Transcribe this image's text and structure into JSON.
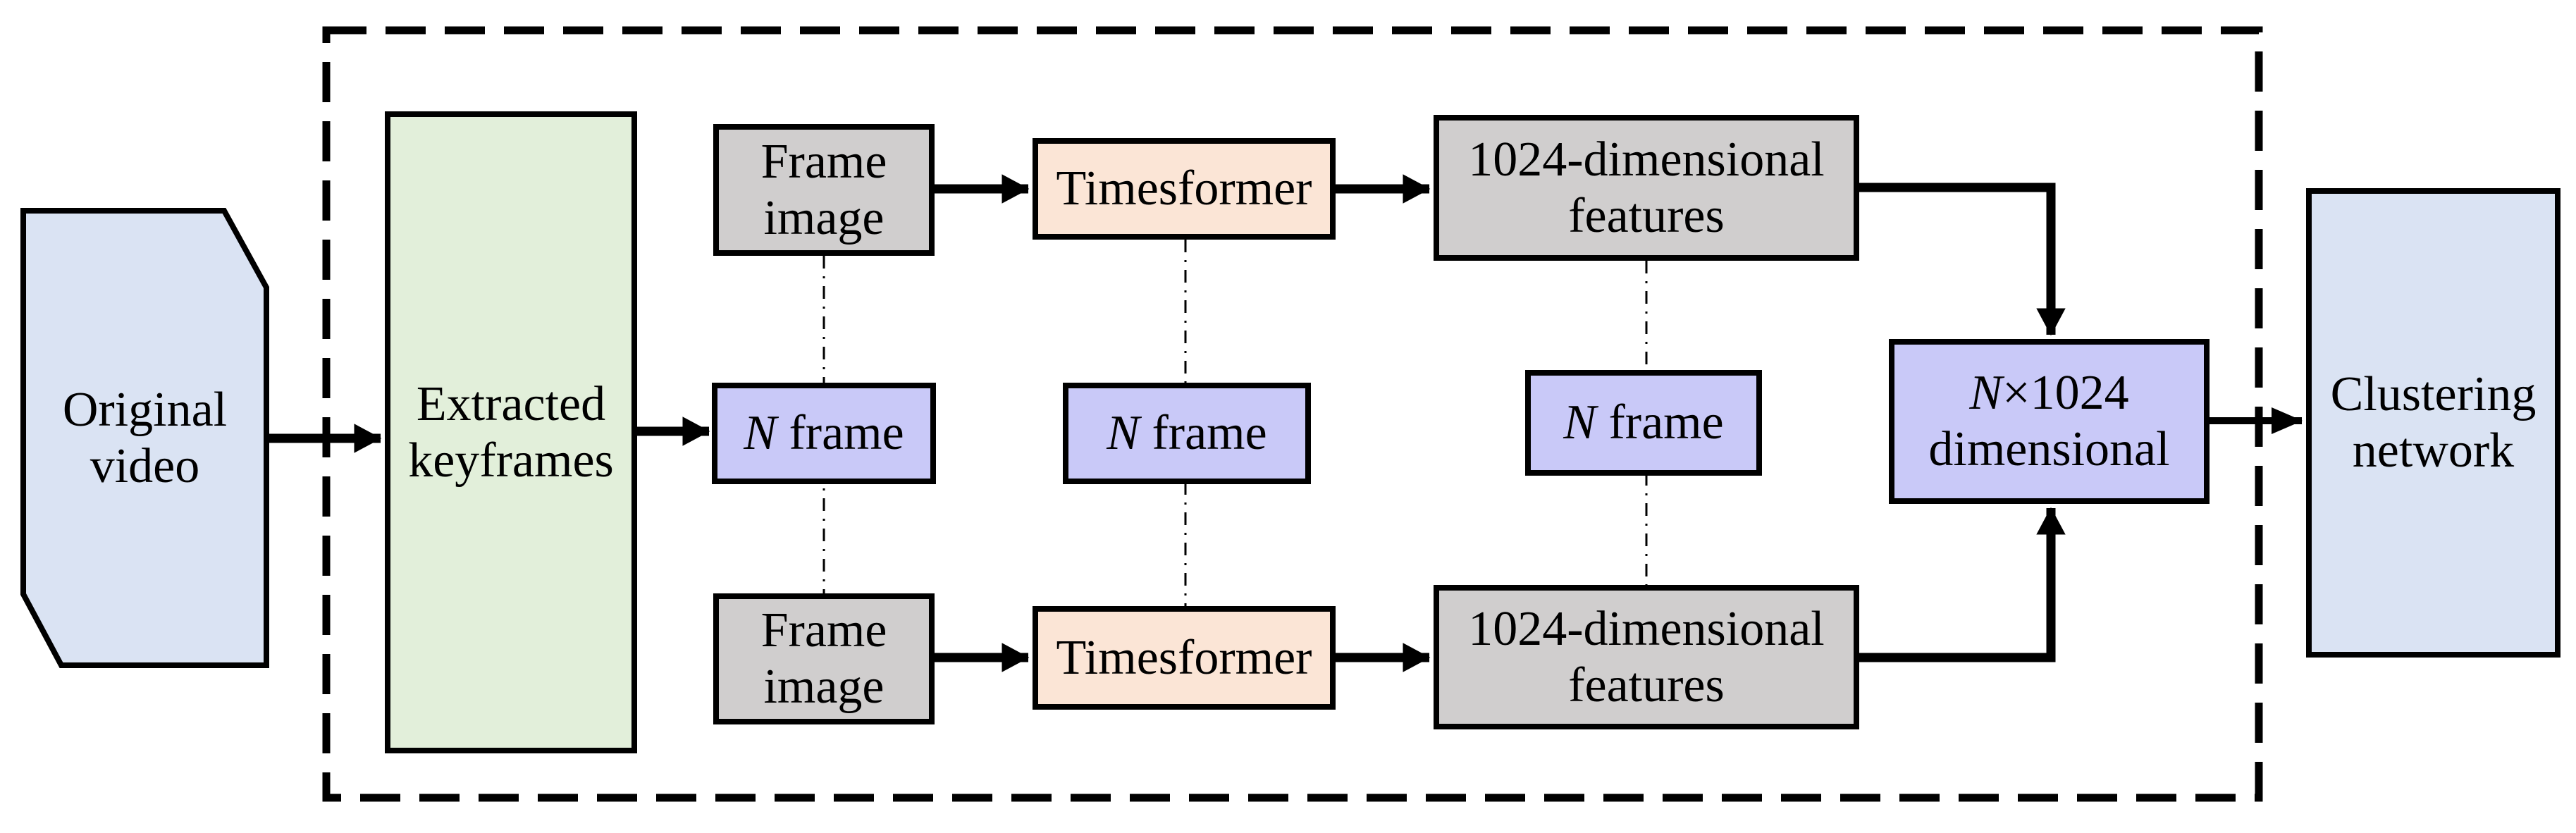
{
  "nodes": {
    "original_video": {
      "line1": "Original",
      "line2": "video"
    },
    "extracted_keyframes": {
      "line1": "Extracted",
      "line2": "keyframes"
    },
    "frame_image_top": {
      "line1": "Frame",
      "line2": "image"
    },
    "frame_image_bottom": {
      "line1": "Frame",
      "line2": "image"
    },
    "timesformer_top": {
      "label": "Timesformer"
    },
    "timesformer_bottom": {
      "label": "Timesformer"
    },
    "features_top": {
      "line1": "1024-dimensional",
      "line2": "features"
    },
    "features_bottom": {
      "line1": "1024-dimensional",
      "line2": "features"
    },
    "n_frame_1": {
      "var": "N",
      "rest": " frame"
    },
    "n_frame_2": {
      "var": "N",
      "rest": " frame"
    },
    "n_frame_3": {
      "var": "N",
      "rest": " frame"
    },
    "n_by_1024": {
      "var": "N",
      "times": "×1024",
      "line2": "dimensional"
    },
    "clustering_network": {
      "line1": "Clustering",
      "line2": "network"
    }
  },
  "colors": {
    "node_blue": "#dae3f3",
    "node_green": "#e2efda",
    "node_gray": "#d0cece",
    "node_peach": "#fbe5d6",
    "node_lavender": "#c9c9f8",
    "line_black": "#000000",
    "background": "#ffffff"
  }
}
